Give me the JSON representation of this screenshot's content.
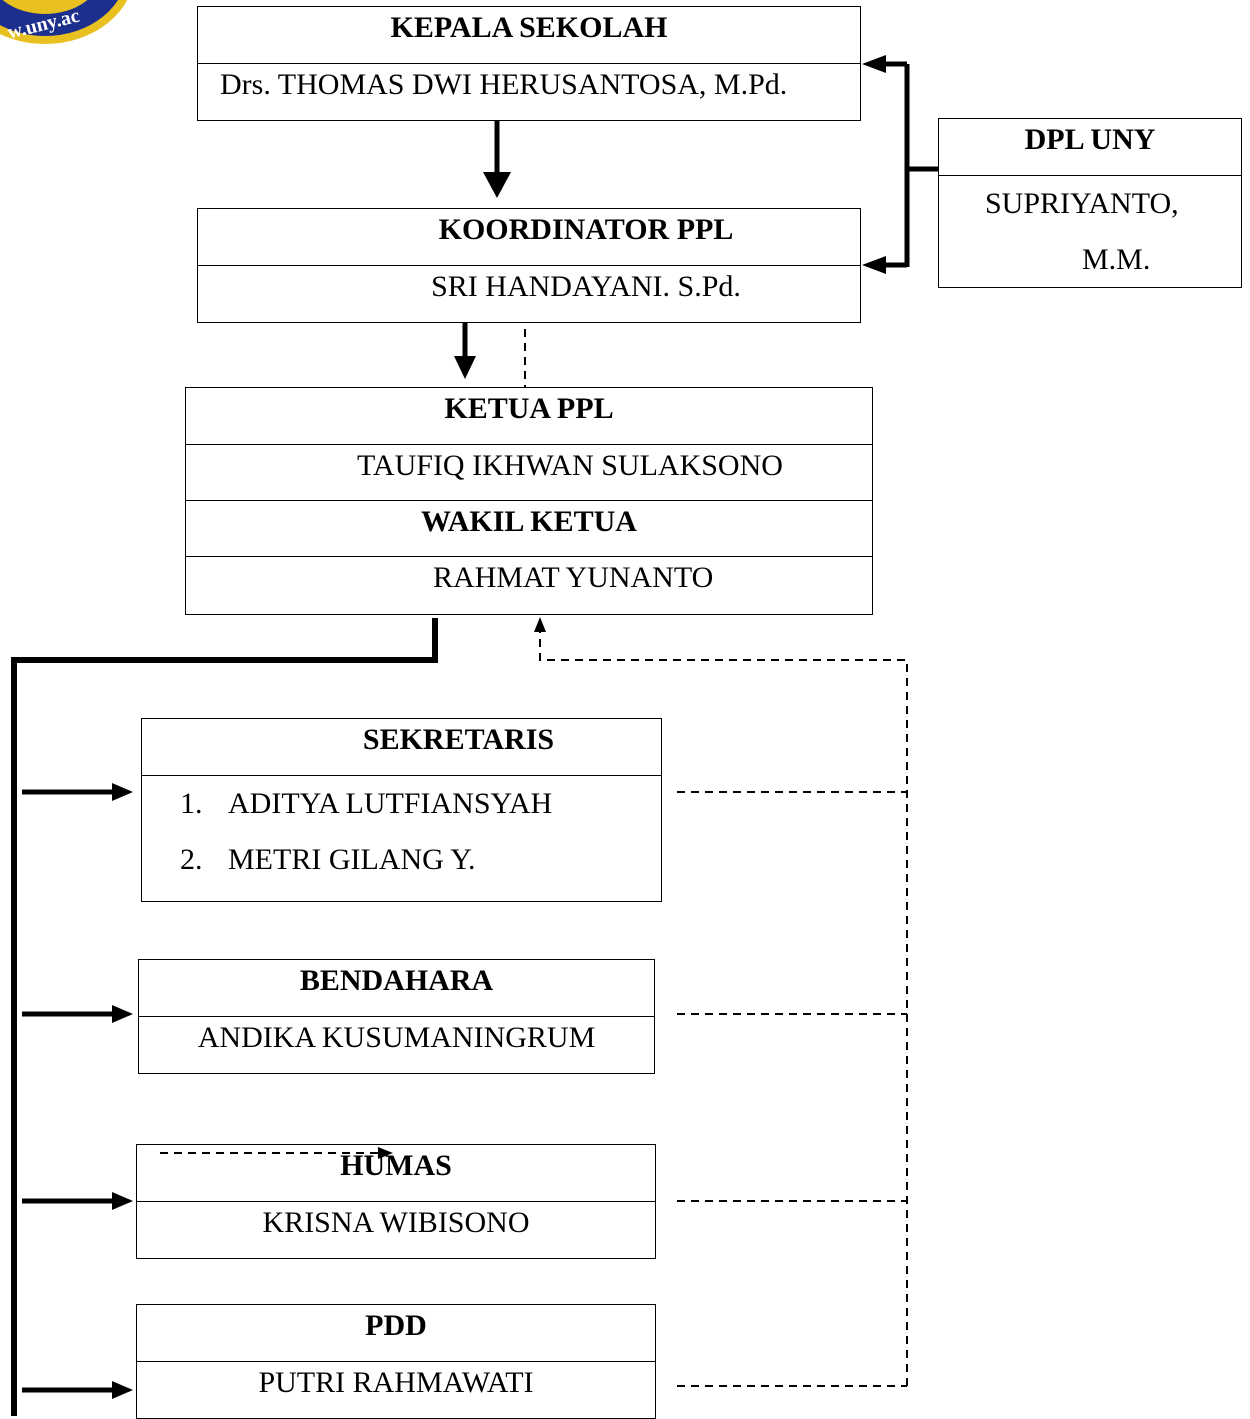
{
  "logo": {
    "text": "w.uny.ac",
    "colors": {
      "primary": "#1d2f8c",
      "accent": "#e8c020"
    }
  },
  "kepala": {
    "title": "KEPALA SEKOLAH",
    "name": "Drs. THOMAS DWI HERUSANTOSA, M.Pd."
  },
  "dpl": {
    "title": "DPL UNY",
    "name_line1": "SUPRIYANTO,",
    "name_line2": "M.M."
  },
  "koordinator": {
    "title": "KOORDINATOR PPL",
    "name": "SRI HANDAYANI. S.Pd."
  },
  "ketua": {
    "title": "KETUA PPL",
    "name": "TAUFIQ IKHWAN SULAKSONO",
    "wakil_title": "WAKIL KETUA",
    "wakil_name": "RAHMAT YUNANTO"
  },
  "sekretaris": {
    "title": "SEKRETARIS",
    "items": [
      {
        "num": "1.",
        "name": "ADITYA LUTFIANSYAH"
      },
      {
        "num": "2.",
        "name": "METRI GILANG Y."
      }
    ]
  },
  "bendahara": {
    "title": "BENDAHARA",
    "name": "ANDIKA KUSUMANINGRUM"
  },
  "humas": {
    "title": "HUMAS",
    "name": "KRISNA WIBISONO"
  },
  "pdd": {
    "title": "PDD",
    "name": "PUTRI RAHMAWATI"
  }
}
